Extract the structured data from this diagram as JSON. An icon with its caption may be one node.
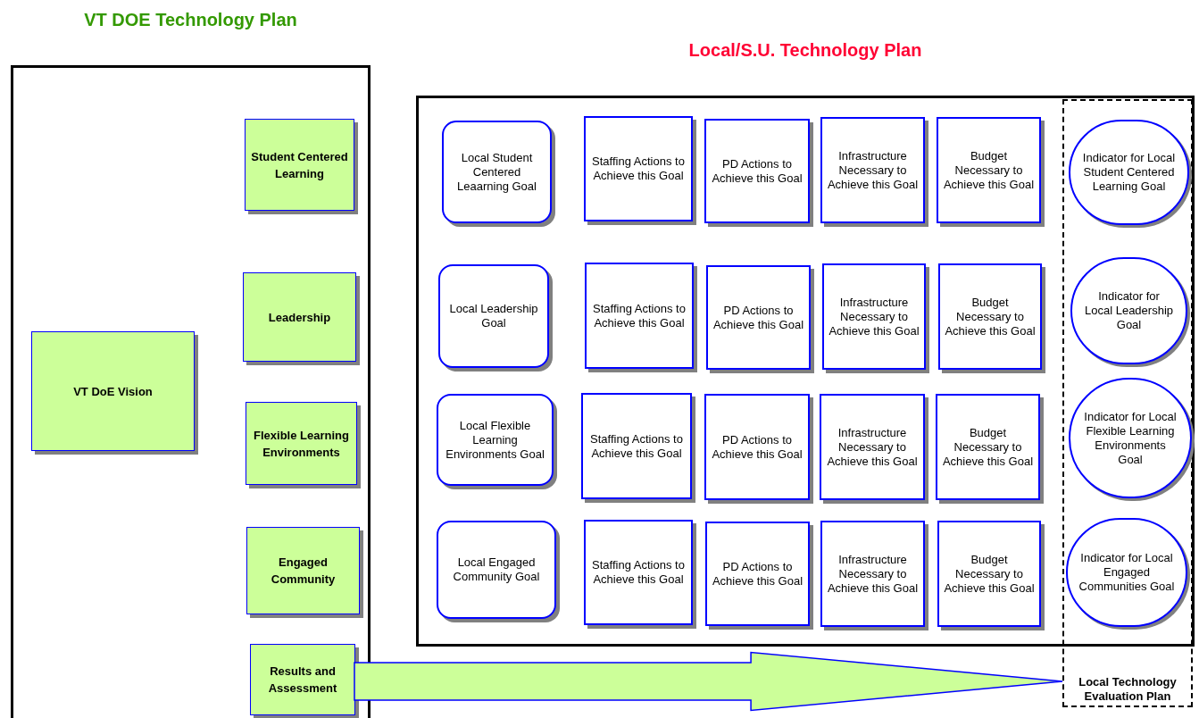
{
  "diagram": {
    "nodes": [
      {
        "text": [
          "VT DOE Technology Plan"
        ]
      },
      {
        "text": [
          "VT DoE Vision"
        ],
        "in": 0
      },
      {
        "text": [
          "Student Centered Learning"
        ],
        "in": 0
      },
      {
        "text": [
          "Leadership"
        ],
        "in": 0
      },
      {
        "text": [
          "Flexible Learning Environments"
        ],
        "in": 0
      },
      {
        "text": [
          "Engaged Community"
        ],
        "in": 0
      },
      {
        "text": [
          "Results and Assessment"
        ],
        "in": 0
      },
      {
        "text": [
          "Local/S.U. Technology Plan"
        ]
      },
      {
        "text": [
          "Local Student Centered Leaarning Goal"
        ],
        "in": 7
      },
      {
        "text": [
          "Staffing Actions to Achieve this Goal"
        ],
        "in": 7
      },
      {
        "text": [
          "PD Actions to Achieve this Goal"
        ],
        "in": 7
      },
      {
        "text": [
          "Infrastructure Necessary to Achieve this Goal"
        ],
        "in": 7
      },
      {
        "text": [
          "Budget Necessary to Achieve this Goal"
        ],
        "in": 7
      },
      {
        "text": [
          "Local Leadership Goal"
        ],
        "in": 7
      },
      {
        "text": [
          "Staffing Actions to Achieve this Goal"
        ],
        "in": 7
      },
      {
        "text": [
          "PD Actions to Achieve this Goal"
        ],
        "in": 7
      },
      {
        "text": [
          "Infrastructure Necessary to Achieve this Goal"
        ],
        "in": 7
      },
      {
        "text": [
          "Budget Necessary to Achieve this Goal"
        ],
        "in": 7
      },
      {
        "text": [
          "Local Flexible Learning Environments Goal"
        ],
        "in": 7
      },
      {
        "text": [
          "Staffing Actions to Achieve this Goal"
        ],
        "in": 7
      },
      {
        "text": [
          "PD Actions to Achieve this Goal"
        ],
        "in": 7
      },
      {
        "text": [
          "Infrastructure Necessary to Achieve this Goal"
        ],
        "in": 7
      },
      {
        "text": [
          "Budget Necessary to Achieve this Goal"
        ],
        "in": 7
      },
      {
        "text": [
          "Local Engaged Community Goal"
        ],
        "in": 7
      },
      {
        "text": [
          "Staffing Actions to Achieve this Goal"
        ],
        "in": 7
      },
      {
        "text": [
          "PD Actions to Achieve this Goal"
        ],
        "in": 7
      },
      {
        "text": [
          "Infrastructure Necessary to Achieve this Goal"
        ],
        "in": 7
      },
      {
        "text": [
          "Budget Necessary to Achieve this Goal"
        ],
        "in": 7
      },
      {
        "text": [
          "Local Technology Evaluation Plan"
        ]
      },
      {
        "text": [
          "Indicator for Local Student Centered Learning Goal"
        ],
        "in": 28
      },
      {
        "text": [
          "Indicator for Local Leadership Goal"
        ],
        "in": 28
      },
      {
        "text": [
          "Indicator for Local Flexible Learning Environments Goal"
        ],
        "in": 28
      },
      {
        "text": [
          "Indicator for Local Engaged Communities Goal"
        ],
        "in": 28
      }
    ],
    "edges": [
      {
        "from": 6,
        "to": 28,
        "arrow": "to",
        "style": "thick"
      }
    ]
  }
}
